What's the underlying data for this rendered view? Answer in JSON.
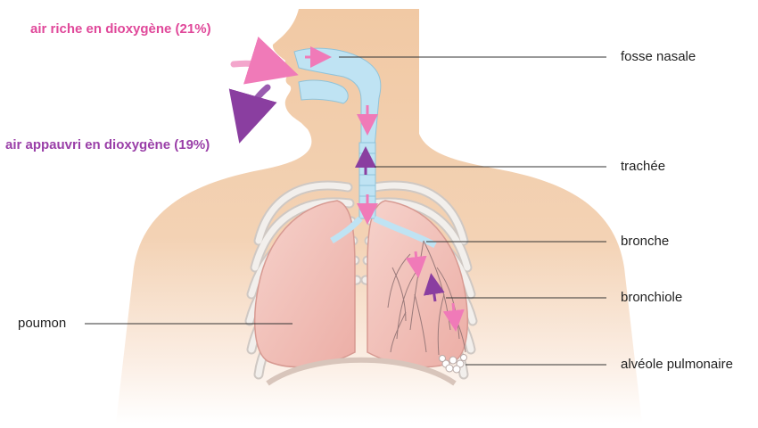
{
  "air_in": {
    "text": "air riche en dioxygène (21%)",
    "color": "#e0489a"
  },
  "air_out": {
    "text": "air appauvri en dioxygène (19%)",
    "color": "#9a3fa8"
  },
  "labels": {
    "fosse_nasale": "fosse nasale",
    "trachee": "trachée",
    "bronche": "bronche",
    "bronchiole": "bronchiole",
    "poumon": "poumon",
    "alveole": "alvéole pulmonaire"
  },
  "colors": {
    "skin": "#f1c9a4",
    "airway": "#bfe3f3",
    "lung": "#f4c4bd",
    "rib": "#e6e2df",
    "arrow_in": "#f07ab8",
    "arrow_out": "#8a3ea0"
  }
}
